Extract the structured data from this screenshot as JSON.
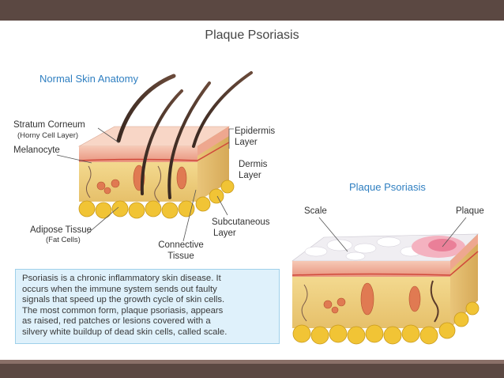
{
  "title": "Plaque Psoriasis",
  "normal": {
    "heading": "Normal Skin Anatomy",
    "labels": {
      "stratum_corneum": "Stratum Corneum",
      "horny_cell_layer": "(Horny Cell Layer)",
      "melanocyte": "Melanocyte",
      "epidermis": "Epidermis",
      "epidermis_layer": "Layer",
      "dermis": "Dermis",
      "dermis_layer": "Layer",
      "subcutaneous": "Subcutaneous",
      "subcutaneous_layer": "Layer",
      "adipose_tissue": "Adipose Tissue",
      "fat_cells": "(Fat Cells)",
      "connective": "Connective",
      "tissue": "Tissue"
    }
  },
  "psoriasis": {
    "heading": "Plaque Psoriasis",
    "labels": {
      "scale": "Scale",
      "plaque": "Plaque"
    }
  },
  "description": [
    "Psoriasis is a chronic inflammatory skin disease. It",
    "occurs when the immune system sends out faulty",
    "signals that speed up the growth cycle of skin cells.",
    "The most common form, plaque psoriasis, appears",
    "as raised, red patches or lesions covered with a",
    "silvery white buildup of dead skin cells, called scale."
  ],
  "colors": {
    "heading_blue": "#2f7fc1",
    "frame_brown": "#5b4842",
    "box_fill": "#dff1fb"
  }
}
